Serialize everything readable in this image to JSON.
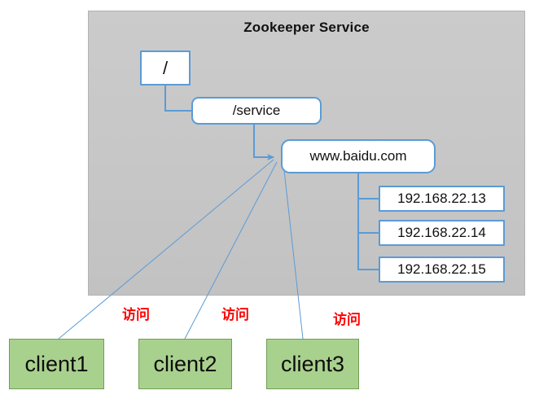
{
  "panel": {
    "title": "Zookeeper Service",
    "background_color": "#c7c7c7",
    "border_color": "#b3b3b3"
  },
  "colors": {
    "node_border": "#5b9bd5",
    "node_fill": "#ffffff",
    "connector": "#5b9bd5",
    "client_fill": "#a9d18e",
    "client_border": "#6f9e52",
    "access_label": "#ff0000",
    "title_text": "#111111"
  },
  "tree": {
    "root": {
      "label": "/"
    },
    "service": {
      "label": "/service"
    },
    "domain": {
      "label": "www.baidu.com"
    },
    "ips": [
      {
        "label": "192.168.22.13"
      },
      {
        "label": "192.168.22.14"
      },
      {
        "label": "192.168.22.15"
      }
    ]
  },
  "clients": [
    {
      "label": "client1"
    },
    {
      "label": "client2"
    },
    {
      "label": "client3"
    }
  ],
  "access_labels": [
    {
      "label": "访问"
    },
    {
      "label": "访问"
    },
    {
      "label": "访问"
    }
  ]
}
